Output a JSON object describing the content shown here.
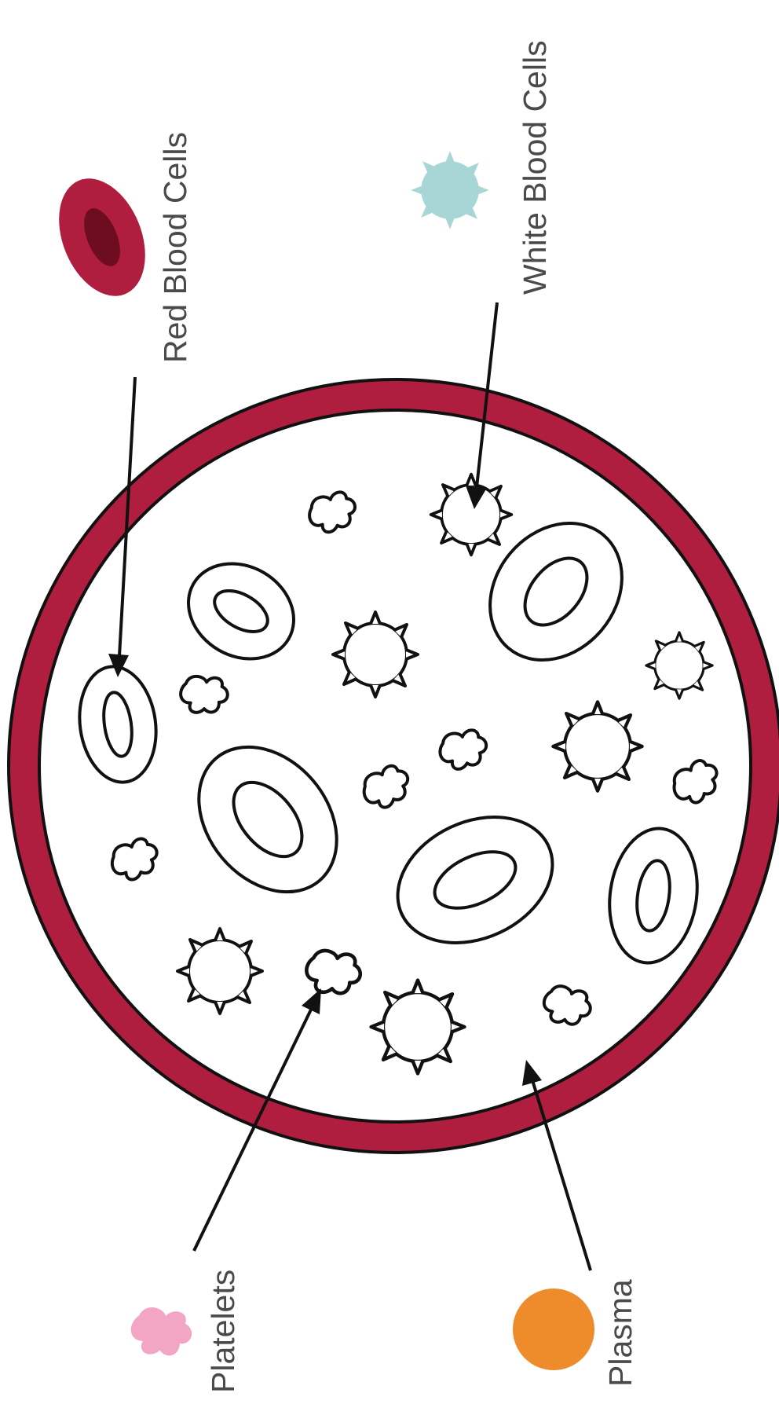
{
  "labels": {
    "red_blood_cells": "Red Blood Cells",
    "white_blood_cells": "White Blood Cells",
    "platelets": "Platelets",
    "plasma": "Plasma"
  },
  "colors": {
    "vessel_wall": "#b01e3f",
    "red_blood_cell": "#b01e3f",
    "red_blood_cell_center": "#6e0c20",
    "white_blood_cell": "#a8d6d6",
    "platelet": "#f3a6c4",
    "plasma": "#ee8b2a",
    "outline": "#111111",
    "label_text": "#4a4a4a"
  },
  "icons": {
    "red_blood_cell": "red-blood-cell-icon",
    "white_blood_cell": "white-blood-cell-icon",
    "platelet": "platelet-icon",
    "plasma": "plasma-icon"
  }
}
